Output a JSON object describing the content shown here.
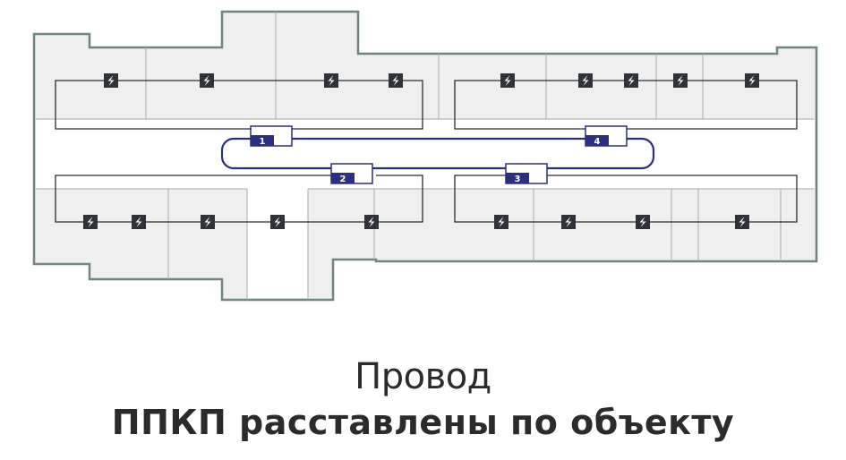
{
  "caption": {
    "subtitle": "Провод",
    "title": "ППКП расставлены по объекту"
  },
  "control_units": [
    {
      "label": "1"
    },
    {
      "label": "2"
    },
    {
      "label": "3"
    },
    {
      "label": "4"
    }
  ],
  "colors": {
    "floor_fill": "#efefef",
    "wall_stroke": "#6f857f",
    "partition_stroke": "#a9a9a9",
    "wire": "#2b2b2b",
    "loop_wire": "#2b2f7e",
    "unit_dark": "#2b2f7e",
    "detector_fill": "#2f3236"
  },
  "icons": {
    "detector": "lightning-bolt-icon",
    "control_unit": "control-panel-icon"
  }
}
